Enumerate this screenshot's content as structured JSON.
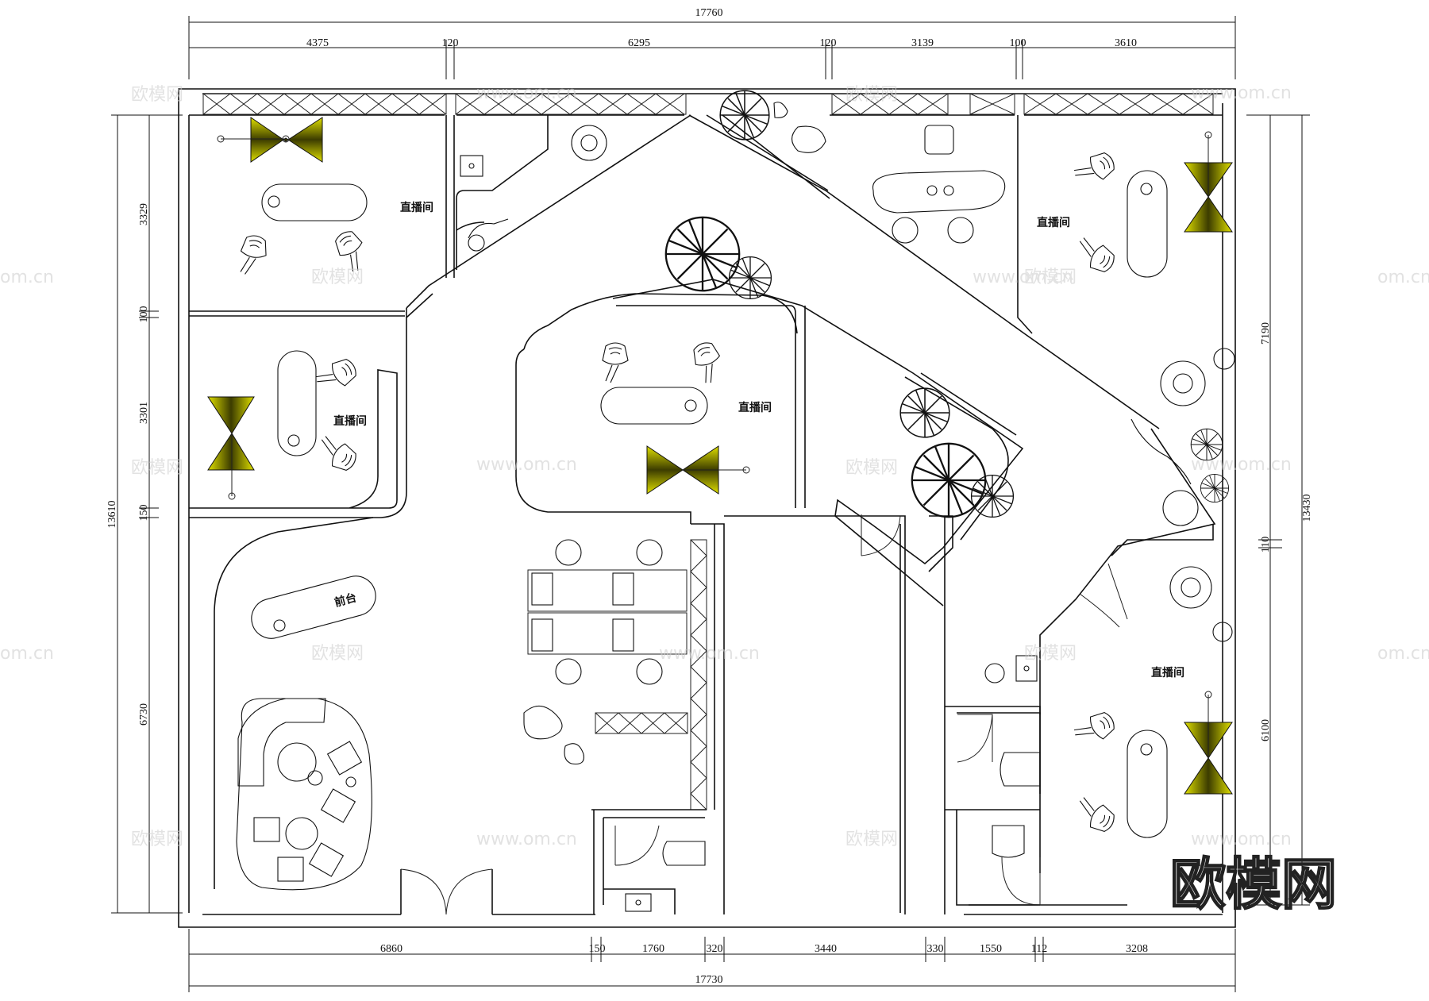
{
  "diagram": {
    "dimensions": {
      "top_total": "17760",
      "top_segments": [
        "4375",
        "120",
        "6295",
        "120",
        "3139",
        "100",
        "3610"
      ],
      "bottom_total": "17730",
      "bottom_segments": [
        "6860",
        "150",
        "1760",
        "320",
        "3440",
        "330",
        "1550",
        "112",
        "3208"
      ],
      "left_total": "13610",
      "left_segments": [
        "3329",
        "100",
        "3301",
        "150",
        "6730"
      ],
      "right_total": "13430",
      "right_segments": [
        "7190",
        "110",
        "6100"
      ]
    },
    "rooms": {
      "live_room_1": "直播间",
      "live_room_2": "直播间",
      "live_room_3": "直播间",
      "live_room_4": "直播间",
      "live_room_5": "直播间",
      "reception": "前台"
    },
    "watermark": {
      "logo_text": "欧模网",
      "small_cn": "欧模网",
      "small_url": "www.om.cn",
      "small_url_short": "om.cn"
    },
    "colors": {
      "lamp_yellow": "#d8d800",
      "lamp_dark": "#3c3c00",
      "line": "#111111"
    }
  }
}
